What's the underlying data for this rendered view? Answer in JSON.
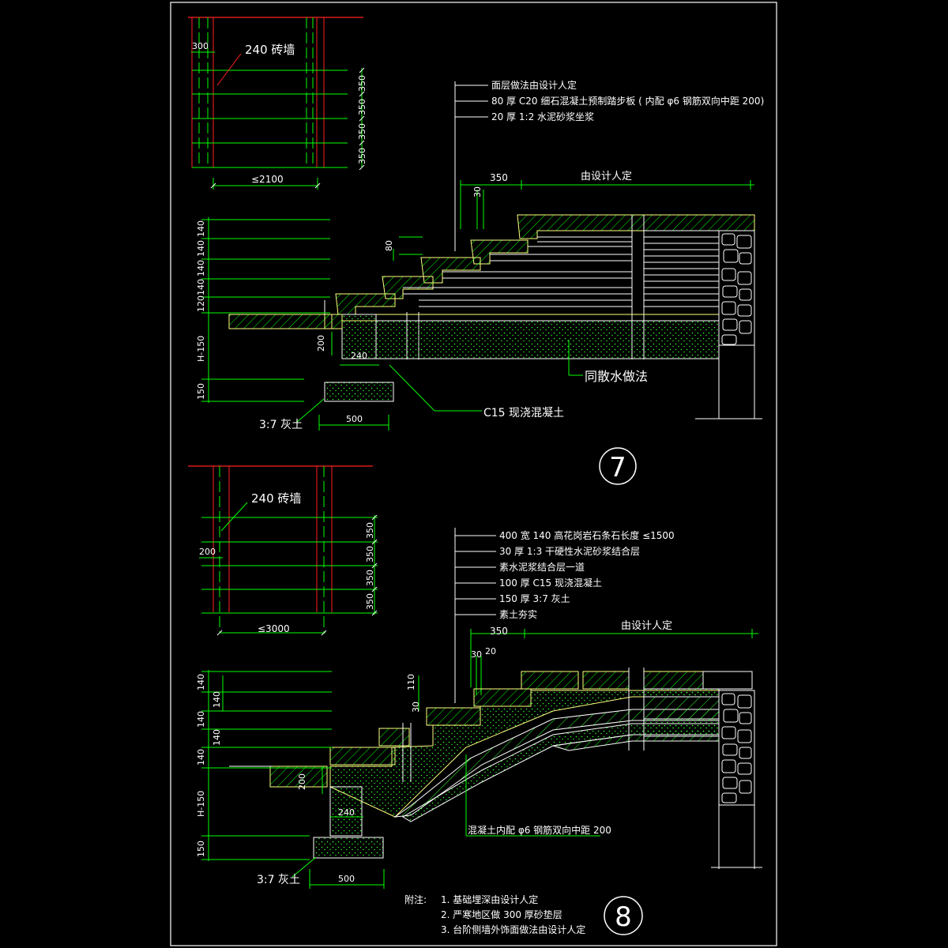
{
  "detail7": {
    "plan": {
      "wall_label": "240 砖墙",
      "dim_300": "300",
      "dims_vertical": [
        "350",
        "350",
        "350",
        "350"
      ],
      "dim_width": "≤2100"
    },
    "section": {
      "notes": [
        "面层做法由设计人定",
        "80 厚 C20 细石混凝土预制踏步板 ( 内配 φ6 钢筋双向中距 200)",
        "20 厚 1:2 水泥砂浆坐浆"
      ],
      "dim_350": "350",
      "dim_design": "由设计人定",
      "dim_30": "30",
      "dim_80": "80",
      "left_dims": [
        "140",
        "140",
        "140",
        "140",
        "120",
        "H-150",
        "150"
      ],
      "dim_200": "200",
      "dim_240": "240",
      "dim_500": "500",
      "label_scatter": "同散水做法",
      "label_c15": "C15 现浇混凝土",
      "label_lime": "3:7 灰土"
    },
    "number": "7"
  },
  "detail8": {
    "plan": {
      "wall_label": "240 砖墙",
      "dim_200": "200",
      "dims_vertical": [
        "350",
        "350",
        "350",
        "350"
      ],
      "dim_width": "≤3000"
    },
    "section": {
      "notes": [
        "400 宽 140 高花岗岩石条石长度 ≤1500",
        "30 厚 1:3 干硬性水泥砂浆结合层",
        "素水泥浆结合层一道",
        "100 厚 C15 现浇混凝土",
        "150 厚 3:7 灰土",
        "素土夯实"
      ],
      "dim_350": "350",
      "dim_design": "由设计人定",
      "dim_30": "30",
      "dim_20": "20",
      "dim_110": "110",
      "dim_30b": "30",
      "left_dims": [
        "140",
        "140",
        "140",
        "140",
        "140",
        "H-150",
        "150"
      ],
      "dim_200": "200",
      "dim_240": "240",
      "dim_500": "500",
      "label_rebar": "混凝土内配 φ6 钢筋双向中距 200",
      "label_lime": "3:7 灰土"
    },
    "number": "8"
  },
  "notes": {
    "heading": "附注:",
    "items": [
      "1. 基础埋深由设计人定",
      "2. 严寒地区做 300 厚砂垫层",
      "3. 台阶侧墙外饰面做法由设计人定"
    ]
  }
}
